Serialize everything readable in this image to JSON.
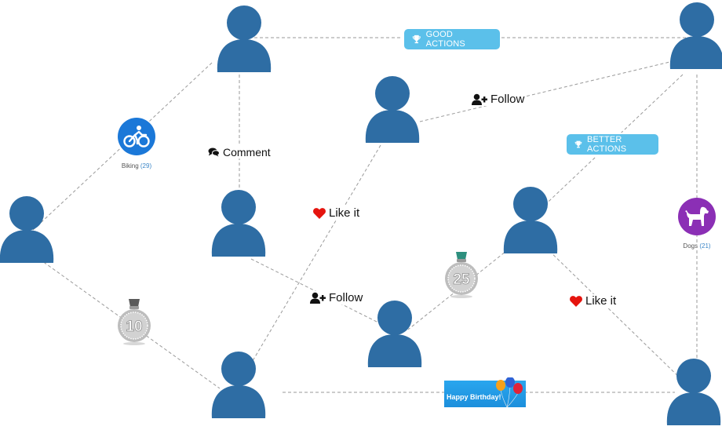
{
  "actions": {
    "good_actions": "GOOD ACTIONS",
    "better_actions": "BETTER ACTIONS"
  },
  "interactions": {
    "comment": "Comment",
    "follow_top": "Follow",
    "follow_mid": "Follow",
    "like_left": "Like it",
    "like_right": "Like it"
  },
  "interests": {
    "biking": {
      "name": "Biking",
      "count": "(29)",
      "icon": "bicycle-icon",
      "color": "#1b78d8"
    },
    "dogs": {
      "name": "Dogs",
      "count": "(21)",
      "icon": "dog-icon",
      "color": "#8b2fb5"
    }
  },
  "milestones": {
    "medal_10": "10",
    "medal_25": "25"
  },
  "card": {
    "text": "Happy Birthday!"
  },
  "colors": {
    "person": "#2e6da4",
    "pill": "#5bc0ea",
    "heart": "#e5140e",
    "edge": "#9a9a9a"
  }
}
